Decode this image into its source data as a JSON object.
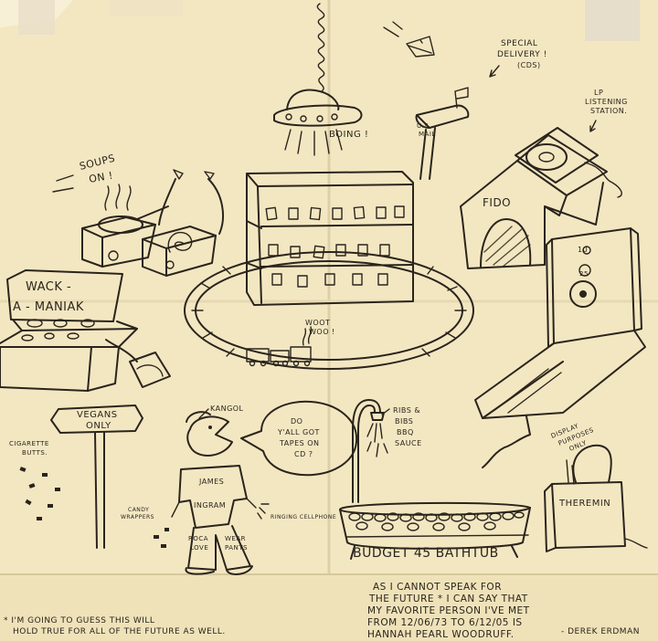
{
  "drawing": {
    "labels": {
      "special_delivery": [
        "SPECIAL",
        "DELIVERY !",
        "(CDS)"
      ],
      "lp_station": [
        "LP",
        "LISTENING",
        "STATION."
      ],
      "boing": "BOING !",
      "us_mail": [
        "U.S.",
        "MAIL"
      ],
      "soups_on": [
        "SOUPS",
        "ON !"
      ],
      "fido": "FIDO",
      "wack_a_maniak": [
        "WACK -",
        "A - MANIAK"
      ],
      "woot_woo": [
        "WOOT",
        "WOO !"
      ],
      "record_label": [
        "10",
        "25"
      ],
      "vegans_only": [
        "VEGANS",
        "ONLY"
      ],
      "cigarette_butts": [
        "CIGARETTE",
        "BUTTS."
      ],
      "kangol": "KANGOL",
      "speech_bubble": [
        "DO",
        "Y'ALL GOT",
        "TAPES ON",
        "CD ?"
      ],
      "ribs": [
        "RIBS &",
        "BIBS",
        "BBQ",
        "SAUCE"
      ],
      "display_purposes": [
        "DISPLAY",
        "PURPOSES",
        "ONLY"
      ],
      "shirt": [
        "JAMES",
        "INGRAM"
      ],
      "pants_left": [
        "ROCA",
        "LOVE"
      ],
      "pants_right": [
        "WEAR",
        "PANTS"
      ],
      "candy_wrappers": [
        "CANDY",
        "WRAPPERS"
      ],
      "ringing_cellphone": "RINGING CELLPHONE",
      "theremin": "THEREMIN",
      "bathtub": "BUDGET 45 BATHTUB"
    },
    "footnote": [
      "* I'M GOING TO GUESS THIS WILL",
      "HOLD TRUE FOR ALL OF THE FUTURE AS WELL."
    ],
    "message": [
      "AS I CANNOT SPEAK FOR",
      "THE FUTURE * I CAN SAY THAT",
      "MY FAVORITE PERSON I'VE MET",
      "FROM 12/06/73 TO 6/12/05 IS",
      "HANNAH PEARL WOODRUFF."
    ],
    "signature": "- DEREK ERDMAN"
  },
  "colors": {
    "paper": "#f3e7c2",
    "ink": "#2a241c",
    "fold": "#ddd0a8"
  }
}
